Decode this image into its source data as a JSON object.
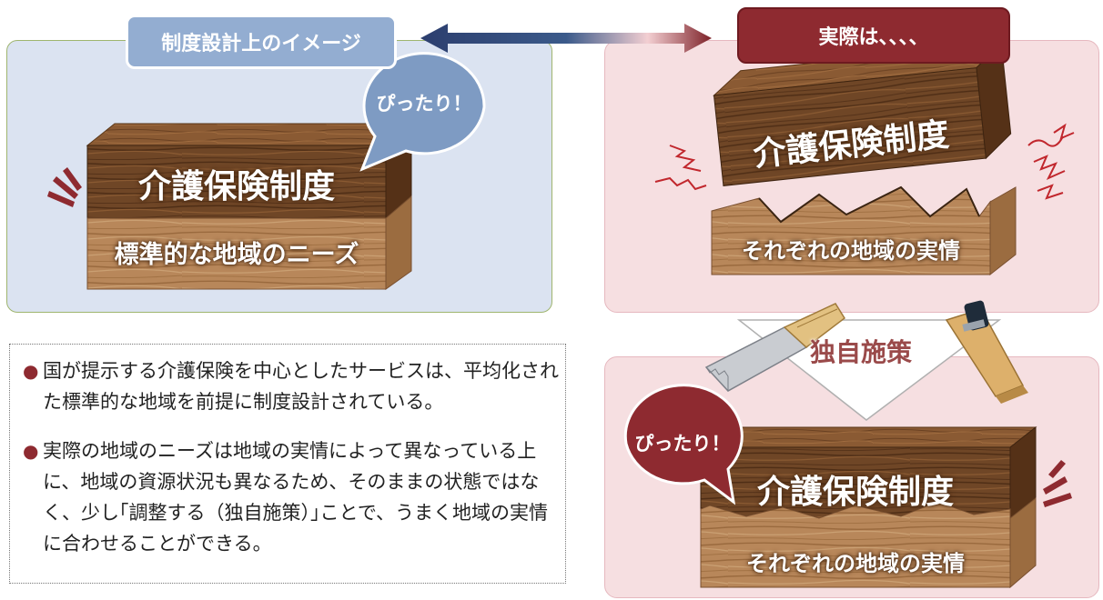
{
  "left_section": {
    "tab_label": "制度設計上のイメージ",
    "bubble": "ぴったり！",
    "top_block": "介護保険制度",
    "bottom_block": "標準的な地域のニーズ"
  },
  "right_top_section": {
    "tab_label": "実際は、、、、",
    "top_block": "介護保険制度",
    "bottom_block": "それぞれの地域の実情"
  },
  "measure": {
    "label": "独自施策"
  },
  "right_bottom_section": {
    "bubble": "ぴったり！",
    "top_block": "介護保険制度",
    "bottom_block": "それぞれの地域の実情"
  },
  "notes": {
    "bullets": [
      "国が提示する介護保険を中心としたサービスは、平均化された標準的な地域を前提に制度設計されている。",
      "実際の地域のニーズは地域の実情によって異なっている上に、地域の資源状況も異なるため、そのままの状態ではなく、少し｢調整する（独自施策）｣ことで、うまく地域の実情に合わせることができる。"
    ]
  },
  "colors": {
    "left_panel": "#dbe3f1",
    "right_panel": "#f6dfe1",
    "tab_blue": "#93add1",
    "tab_red": "#8e2a30",
    "wood_dark": "#6b4424",
    "wood_light": "#b98858"
  }
}
